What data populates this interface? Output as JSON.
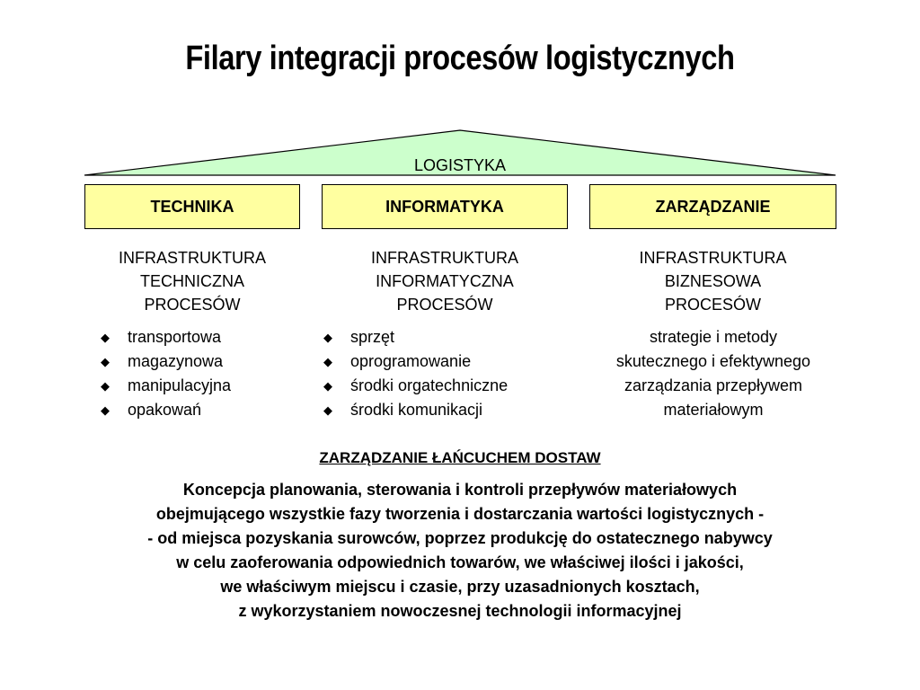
{
  "title": "Filary integracji procesów logistycznych",
  "roof_label": "LOGISTYKA",
  "pillars": [
    {
      "label": "TECHNIKA",
      "infra": [
        "INFRASTRUKTURA",
        "TECHNICZNA",
        "PROCESÓW"
      ],
      "items": [
        "transportowa",
        "magazynowa",
        "manipulacyjna",
        "opakowań"
      ]
    },
    {
      "label": "INFORMATYKA",
      "infra": [
        "INFRASTRUKTURA",
        "INFORMATYCZNA",
        "PROCESÓW"
      ],
      "items": [
        "sprzęt",
        "oprogramowanie",
        "środki orgatechniczne",
        "środki komunikacji"
      ]
    },
    {
      "label": "ZARZĄDZANIE",
      "infra": [
        "INFRASTRUKTURA",
        "BIZNESOWA",
        "PROCESÓW"
      ],
      "description": [
        "strategie i metody",
        "skutecznego i efektywnego",
        "zarządzania przepływem",
        "materiałowym"
      ]
    }
  ],
  "bullet_glyph": "◆",
  "scm_heading": "ZARZĄDZANIE ŁAŃCUCHEM DOSTAW",
  "concept_lines": [
    "Koncepcja planowania, sterowania i kontroli przepływów materiałowych",
    "obejmującego wszystkie fazy tworzenia i dostarczania wartości logistycznych -",
    "- od miejsca pozyskania surowców, poprzez produkcję do ostatecznego nabywcy",
    "w celu zaoferowania odpowiednich towarów, we właściwej ilości i jakości,",
    "we właściwym miejscu i czasie, przy uzasadnionych kosztach,",
    "z wykorzystaniem nowoczesnej technologii informacyjnej"
  ],
  "colors": {
    "roof_fill": "#ccffcc",
    "pillar_fill": "#ffffa0",
    "stroke": "#000000"
  }
}
